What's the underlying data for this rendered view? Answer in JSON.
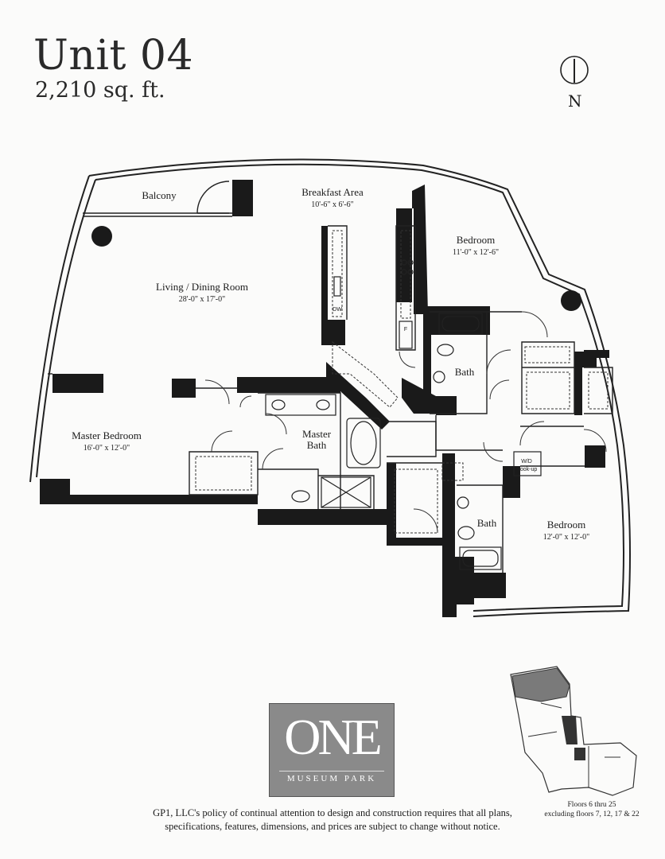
{
  "header": {
    "unit_title": "Unit 04",
    "area": "2,210 sq. ft."
  },
  "compass": {
    "label": "N",
    "icon": "north-arrow-icon"
  },
  "rooms": {
    "balcony": {
      "name": "Balcony"
    },
    "breakfast": {
      "name": "Breakfast Area",
      "dims": "10'-6\" x 6'-6\""
    },
    "living": {
      "name": "Living / Dining Room",
      "dims": "28'-0\" x 17'-0\""
    },
    "bedroom1": {
      "name": "Bedroom",
      "dims": "11'-0\" x 12'-6\""
    },
    "bath1": {
      "name": "Bath"
    },
    "master_bedroom": {
      "name": "Master Bedroom",
      "dims": "16'-0\" x 12'-0\""
    },
    "master_bath": {
      "line1": "Master",
      "line2": "Bath"
    },
    "bath2": {
      "name": "Bath"
    },
    "bedroom2": {
      "name": "Bedroom",
      "dims": "12'-0\" x 12'-0\""
    }
  },
  "fixtures": {
    "dishwasher": "DW",
    "fridge": "F",
    "wd_line1": "W/D",
    "wd_line2": "Hook-up"
  },
  "logo": {
    "main": "ONE",
    "sub": "MUSEUM PARK"
  },
  "keyplan": {
    "line1": "Floors 6 thru 25",
    "line2": "excluding floors 7, 12, 17 & 22"
  },
  "footer": {
    "line1": "GP1, LLC's policy of continual attention to design and construction requires that all plans,",
    "line2": "specifications, features, dimensions, and prices are subject to change without notice."
  },
  "colors": {
    "wall": "#1a1a1a",
    "paper": "#fbfbfa",
    "logo_bg": "#8a8a8a",
    "keyplan_highlight": "#7a7a7a"
  }
}
